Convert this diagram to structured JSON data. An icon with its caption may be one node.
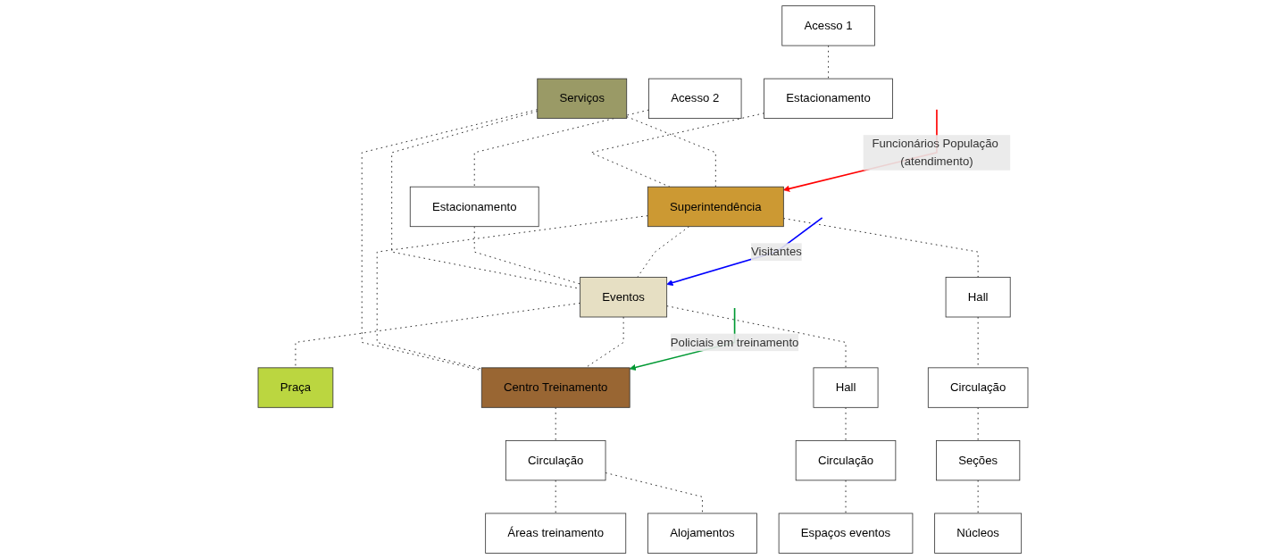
{
  "diagram": {
    "nodes": [
      {
        "text": [
          "Acesso 1"
        ]
      },
      {
        "text": [
          "Estacionamento"
        ]
      },
      {
        "text": [
          "Serviços"
        ]
      },
      {
        "text": [
          "Acesso 2"
        ]
      },
      {
        "text": [
          "Estacionamento"
        ]
      },
      {
        "text": [
          "Superintendência"
        ]
      },
      {
        "text": [
          "Eventos"
        ]
      },
      {
        "text": [
          "Praça"
        ]
      },
      {
        "text": [
          "Hall"
        ]
      },
      {
        "text": [
          "Centro Treinamento"
        ]
      },
      {
        "text": [
          "Hall"
        ]
      },
      {
        "text": [
          "Circulação"
        ]
      },
      {
        "text": [
          "Circulação"
        ]
      },
      {
        "text": [
          "Circulação"
        ]
      },
      {
        "text": [
          "Seções"
        ]
      },
      {
        "text": [
          "Espaços eventos"
        ]
      },
      {
        "text": [
          "Núcleos"
        ]
      },
      {
        "text": [
          "Áreas treinamento"
        ]
      },
      {
        "text": [
          "Alojamentos"
        ]
      }
    ],
    "edges": [
      {
        "from": 0,
        "to": 1,
        "arrow": "none",
        "style": "dashed"
      },
      {
        "from": 3,
        "to": 4,
        "arrow": "none",
        "style": "dashed"
      },
      {
        "from": 1,
        "to": 5,
        "arrow": "none",
        "style": "dashed"
      },
      {
        "from": 2,
        "to": 5,
        "arrow": "none",
        "style": "dashed"
      },
      {
        "from": 2,
        "to": 6,
        "arrow": "none",
        "style": "dashed"
      },
      {
        "from": 4,
        "to": 6,
        "arrow": "none",
        "style": "dashed"
      },
      {
        "from": 2,
        "to": 9,
        "arrow": "none",
        "style": "dashed"
      },
      {
        "from": 5,
        "to": 6,
        "arrow": "none",
        "style": "dashed"
      },
      {
        "from": 6,
        "to": 7,
        "arrow": "none",
        "style": "dashed"
      },
      {
        "from": 5,
        "to": 8,
        "arrow": "none",
        "style": "dashed"
      },
      {
        "from": 5,
        "to": 9,
        "arrow": "none",
        "style": "dashed"
      },
      {
        "from": 6,
        "to": 9,
        "arrow": "none",
        "style": "dashed"
      },
      {
        "from": 6,
        "to": 10,
        "arrow": "none",
        "style": "dashed"
      },
      {
        "from": 8,
        "to": 11,
        "arrow": "none",
        "style": "dashed"
      },
      {
        "from": 9,
        "to": 12,
        "arrow": "none",
        "style": "dashed"
      },
      {
        "from": 10,
        "to": 13,
        "arrow": "none",
        "style": "dashed"
      },
      {
        "from": 11,
        "to": 14,
        "arrow": "none",
        "style": "dashed"
      },
      {
        "from": 13,
        "to": 15,
        "arrow": "none",
        "style": "dashed"
      },
      {
        "from": 14,
        "to": 16,
        "arrow": "none",
        "style": "dashed"
      },
      {
        "from": 12,
        "to": 17,
        "arrow": "none",
        "style": "dashed"
      },
      {
        "from": 12,
        "to": 18,
        "arrow": "none",
        "style": "dashed"
      },
      {
        "from": null,
        "to": 5,
        "arrow": "to",
        "label": "Funcionários População (atendimento)",
        "color": "#ff0000"
      },
      {
        "from": null,
        "to": 6,
        "arrow": "to",
        "label": "Visitantes",
        "color": "#0000ff"
      },
      {
        "from": null,
        "to": 9,
        "arrow": "to",
        "label": "Policiais em treinamento",
        "color": "#009933"
      }
    ]
  }
}
